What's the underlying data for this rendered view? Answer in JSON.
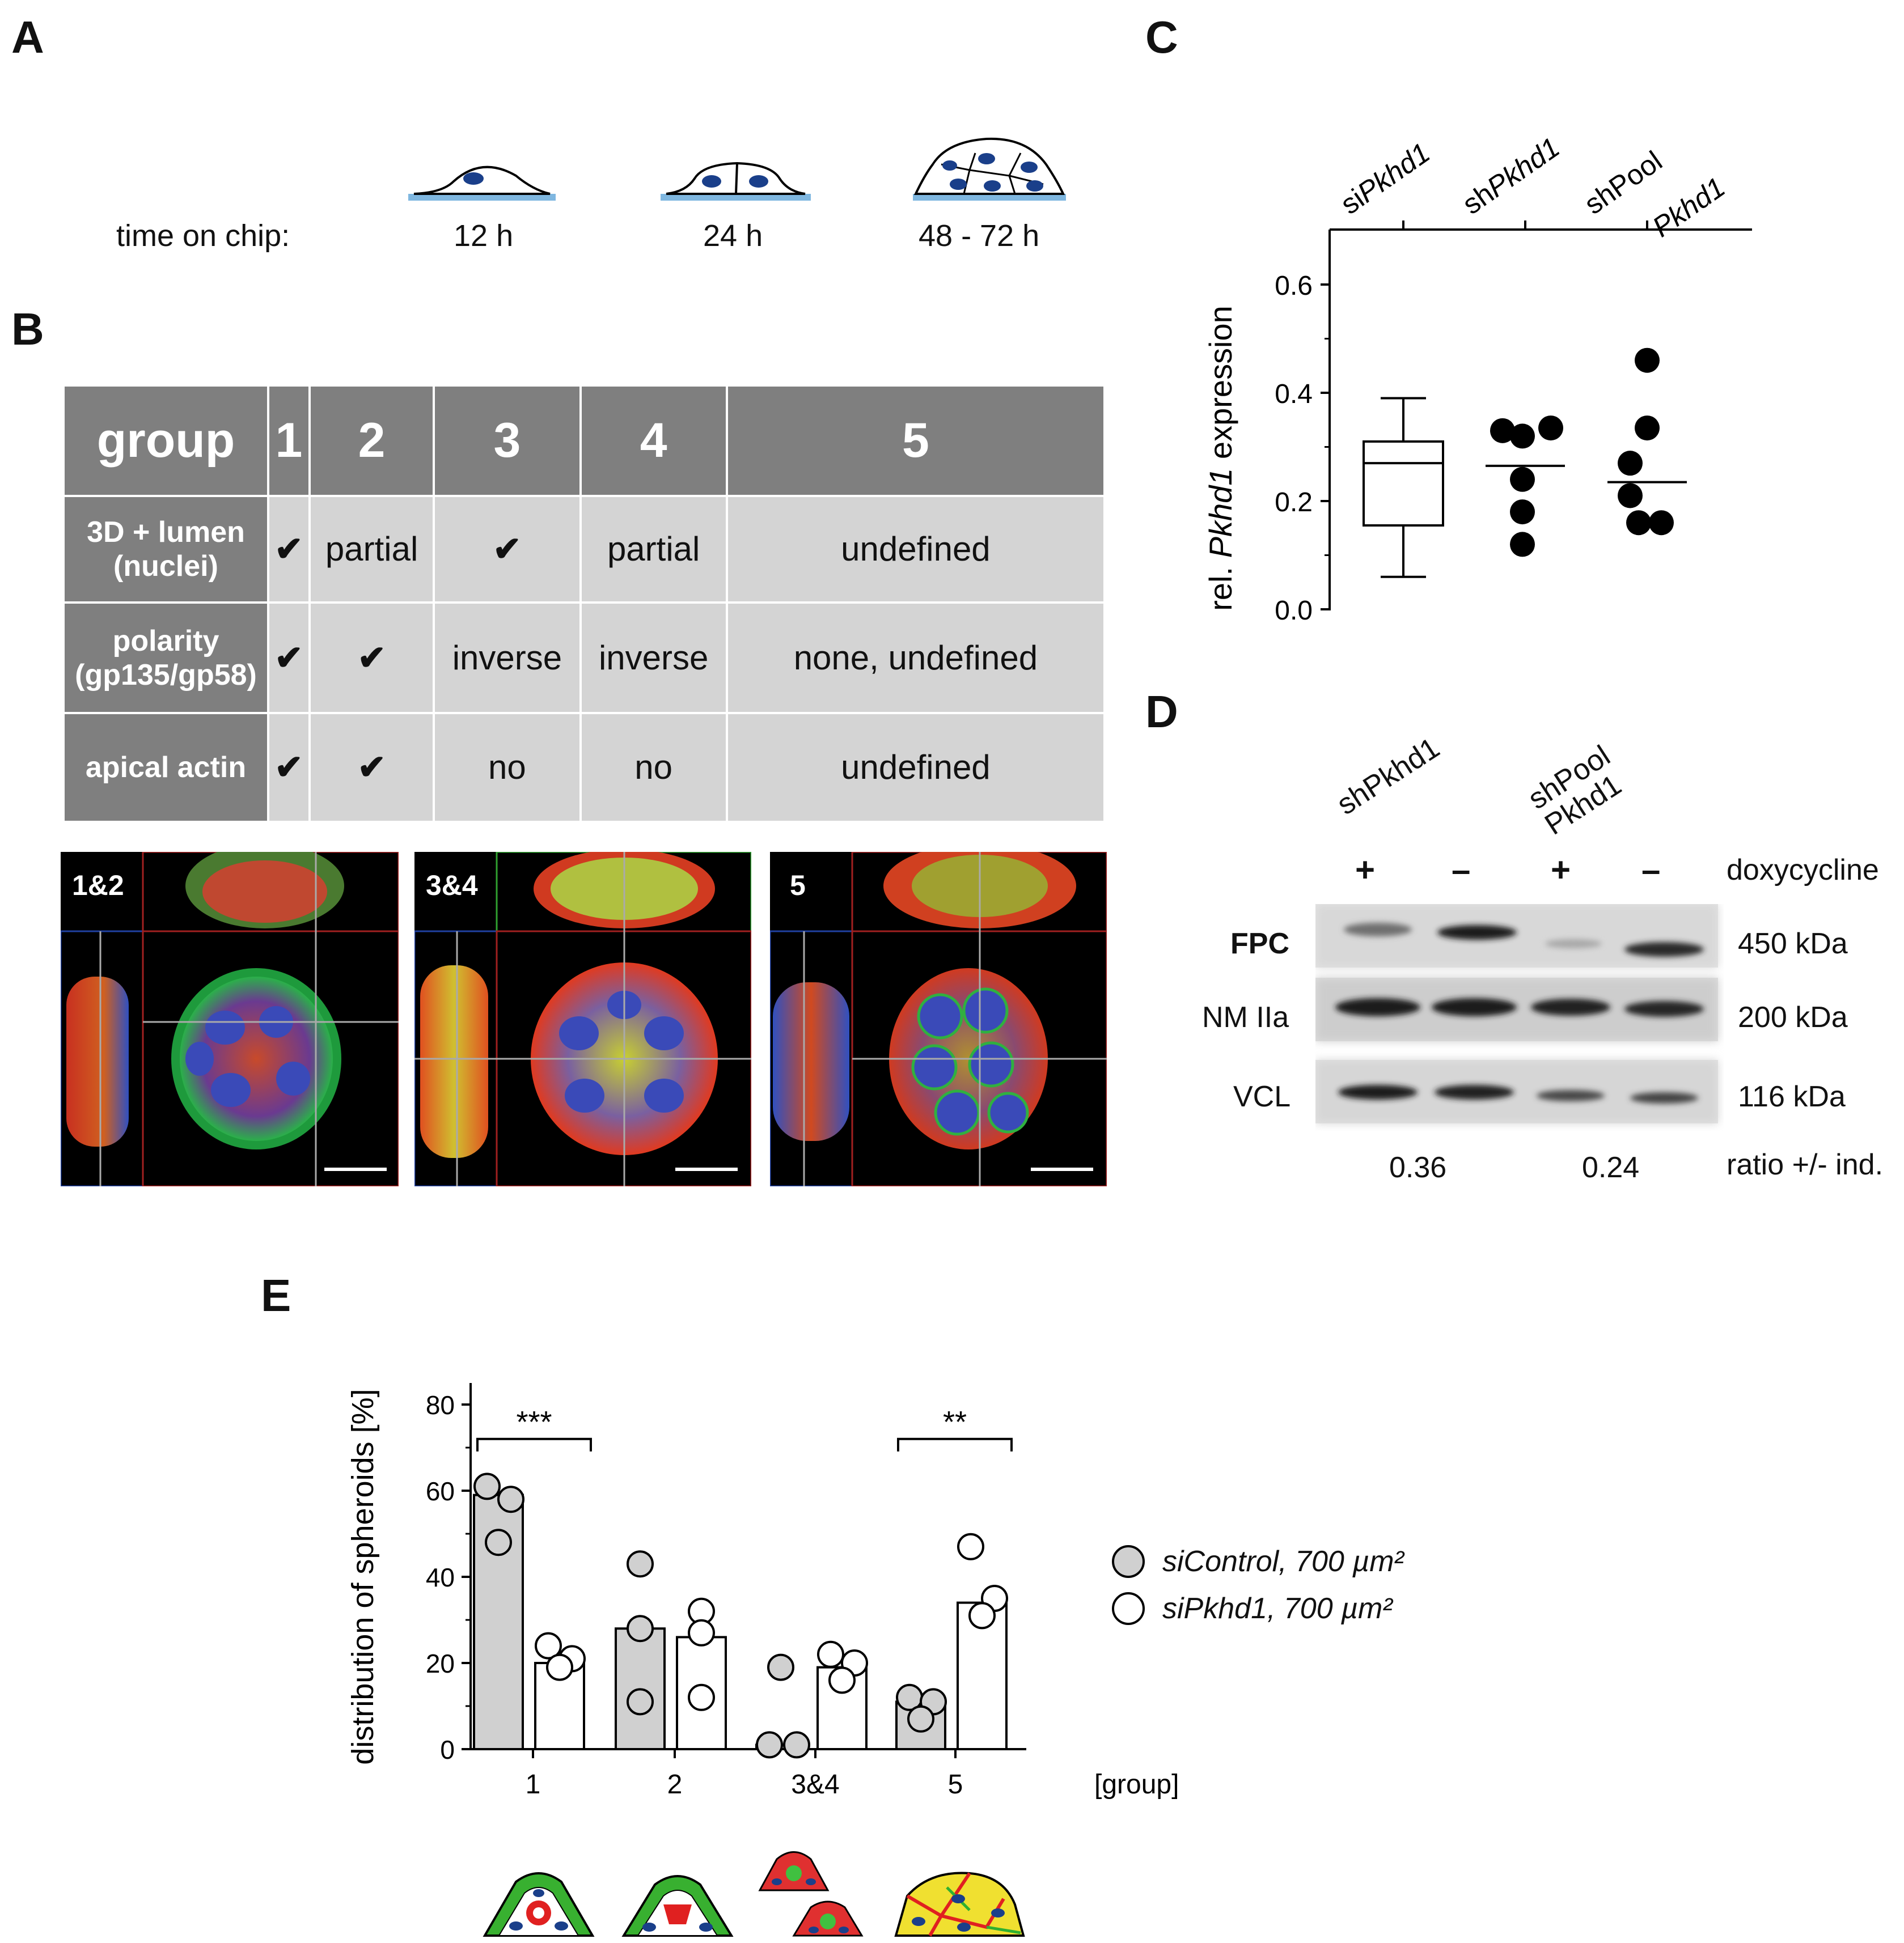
{
  "panelA": {
    "label": "A",
    "time_label": "time on chip:",
    "times": [
      "12 h",
      "24 h",
      "48 - 72 h"
    ]
  },
  "panelB": {
    "label": "B",
    "header": [
      "group",
      "1",
      "2",
      "3",
      "4",
      "5"
    ],
    "rows": [
      {
        "head": [
          "3D + lumen",
          "(nuclei)"
        ],
        "cells": [
          "✔",
          "partial",
          "✔",
          "partial",
          "undefined"
        ]
      },
      {
        "head": [
          "polarity",
          "(gp135/gp58)"
        ],
        "cells": [
          "✔",
          "✔",
          "inverse",
          "inverse",
          "none, undefined"
        ]
      },
      {
        "head": [
          "apical actin"
        ],
        "cells": [
          "✔",
          "✔",
          "no",
          "no",
          "undefined"
        ]
      }
    ],
    "images": [
      "1&2",
      "3&4",
      "5"
    ]
  },
  "panelC": {
    "label": "C",
    "categories": [
      "siPkhd1",
      "shPkhd1",
      "shPool Pkhd1"
    ],
    "ylabel": "rel. Pkhd1 expression",
    "yticks": [
      "0.0",
      "0.2",
      "0.4",
      "0.6"
    ]
  },
  "panelD": {
    "label": "D",
    "lanes_top": [
      "shPkhd1",
      "shPool Pkhd1"
    ],
    "signs": [
      "+",
      "–",
      "+",
      "–"
    ],
    "doxy": "doxycycline",
    "rows": [
      {
        "name": "FPC",
        "size": "450 kDa"
      },
      {
        "name": "NM IIa",
        "size": "200 kDa"
      },
      {
        "name": "VCL",
        "size": "116 kDa"
      }
    ],
    "ratios": [
      "0.36",
      "0.24"
    ],
    "ratio_label": "ratio +/-  ind."
  },
  "panelE": {
    "label": "E",
    "ylabel": "distribution of spheroids [%]",
    "yticks": [
      "0",
      "20",
      "40",
      "60",
      "80"
    ],
    "xlabel": "[group]",
    "sig": [
      "***",
      "**"
    ],
    "legend": [
      "siControl, 700 µm²",
      "siPkhd1,  700 µm²"
    ]
  },
  "chart_data": [
    {
      "type": "scatter",
      "panel": "C",
      "ylabel": "rel. Pkhd1 expression",
      "ylim": [
        0,
        0.7
      ],
      "categories": [
        "siPkhd1",
        "shPkhd1",
        "shPool Pkhd1"
      ],
      "box": {
        "category": "siPkhd1",
        "min": 0.06,
        "q1": 0.155,
        "median": 0.27,
        "q3": 0.31,
        "max": 0.39
      },
      "points": [
        {
          "category": "shPkhd1",
          "values": [
            0.33,
            0.32,
            0.335,
            0.24,
            0.18,
            0.12
          ],
          "mean": 0.265
        },
        {
          "category": "shPool Pkhd1",
          "values": [
            0.46,
            0.335,
            0.27,
            0.21,
            0.16,
            0.16
          ],
          "mean": 0.235
        }
      ]
    },
    {
      "type": "bar",
      "panel": "E",
      "ylabel": "distribution of spheroids [%]",
      "xlabel": "[group]",
      "ylim": [
        0,
        85
      ],
      "categories": [
        "1",
        "2",
        "3&4",
        "5"
      ],
      "series": [
        {
          "name": "siControl, 700 µm²",
          "color": "#d0d0d0",
          "values": [
            59,
            28,
            1,
            11
          ],
          "points": [
            [
              61,
              58,
              48
            ],
            [
              43,
              28,
              11
            ],
            [
              19,
              1,
              1
            ],
            [
              12,
              11,
              7
            ]
          ]
        },
        {
          "name": "siPkhd1,  700 µm²",
          "color": "#ffffff",
          "values": [
            20,
            26,
            19,
            34
          ],
          "points": [
            [
              24,
              21,
              19
            ],
            [
              32,
              27,
              12
            ],
            [
              22,
              20,
              16
            ],
            [
              47,
              35,
              31
            ]
          ]
        }
      ]
    }
  ]
}
